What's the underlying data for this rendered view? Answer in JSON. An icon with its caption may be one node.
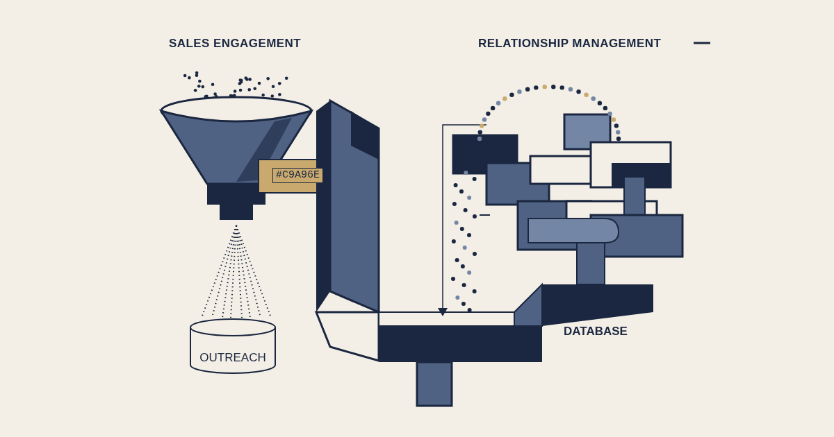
{
  "diagram": {
    "nodes": [
      {
        "text": [
          "OUTREACH"
        ]
      }
    ],
    "edges": [],
    "labels": [
      "SALES ENGAGEMENT",
      "RELATIONSHIP MANAGEMENT",
      "#C9A96E",
      "DATABASE"
    ]
  }
}
